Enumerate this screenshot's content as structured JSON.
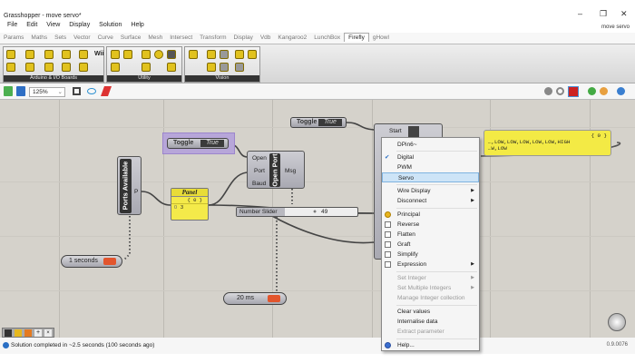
{
  "window": {
    "title": "Grasshopper - move servo*",
    "document": "move servo",
    "minimize": "–",
    "restore": "❐",
    "close": "✕"
  },
  "menu": [
    "File",
    "Edit",
    "View",
    "Display",
    "Solution",
    "Help"
  ],
  "tabs": [
    "Params",
    "Maths",
    "Sets",
    "Vector",
    "Curve",
    "Surface",
    "Mesh",
    "Intersect",
    "Transform",
    "Display",
    "Vdb",
    "Kangaroo2",
    "LunchBox",
    "Firefly",
    "gHowl"
  ],
  "active_tab": "Firefly",
  "ribbon_groups": [
    "Arduino & I/O Boards",
    "Utility",
    "Vision"
  ],
  "ribbon_text": {
    "wii": "Wii"
  },
  "toolbar": {
    "zoom": "125%"
  },
  "canvas": {
    "toggle1": {
      "label": "Toggle",
      "value": "True"
    },
    "toggle2": {
      "label": "Toggle",
      "value": "True"
    },
    "ports": {
      "title": "Ports Available",
      "out": "P"
    },
    "panel": {
      "title": "Panel",
      "count": "{ 0 }",
      "row_index": "0",
      "row_value": "3"
    },
    "openport": {
      "title": "Open Port",
      "inputs": [
        "Open",
        "Port",
        "Baud"
      ],
      "output": "Msg"
    },
    "slider": {
      "label": "Number Slider",
      "value": "49"
    },
    "start": "Start",
    "yellow_panel": {
      "count": "{ 0 }",
      "line1": "…,LOW,LOW,LOW,LOW,LOW,HIGH",
      "line2": "…W,LOW"
    },
    "timer1": "1 seconds",
    "timer2": "20 ms"
  },
  "context_menu": [
    {
      "label": "DPin6~",
      "type": "title"
    },
    {
      "label": "Digital",
      "checked": true
    },
    {
      "label": "PWM"
    },
    {
      "label": "Servo",
      "highlighted": true
    },
    {
      "label": "Wire Display",
      "submenu": true
    },
    {
      "label": "Disconnect",
      "submenu": true
    },
    {
      "label": "Principal",
      "icon": "principal-icon"
    },
    {
      "label": "Reverse",
      "icon": "reverse-icon"
    },
    {
      "label": "Flatten",
      "icon": "flatten-icon"
    },
    {
      "label": "Graft",
      "icon": "graft-icon"
    },
    {
      "label": "Simplify",
      "icon": "simplify-icon"
    },
    {
      "label": "Expression",
      "icon": "expression-icon",
      "submenu": true
    },
    {
      "label": "Set Integer",
      "disabled": true,
      "submenu": true
    },
    {
      "label": "Set Multiple Integers",
      "disabled": true,
      "submenu": true
    },
    {
      "label": "Manage Integer collection",
      "disabled": true
    },
    {
      "label": "Clear values"
    },
    {
      "label": "Internalise data"
    },
    {
      "label": "Extract parameter",
      "disabled": true
    },
    {
      "label": "Help...",
      "icon": "help-icon"
    }
  ],
  "status": {
    "text": "Solution completed in ~2.5 seconds (100 seconds ago)",
    "version": "0.9.0076"
  }
}
